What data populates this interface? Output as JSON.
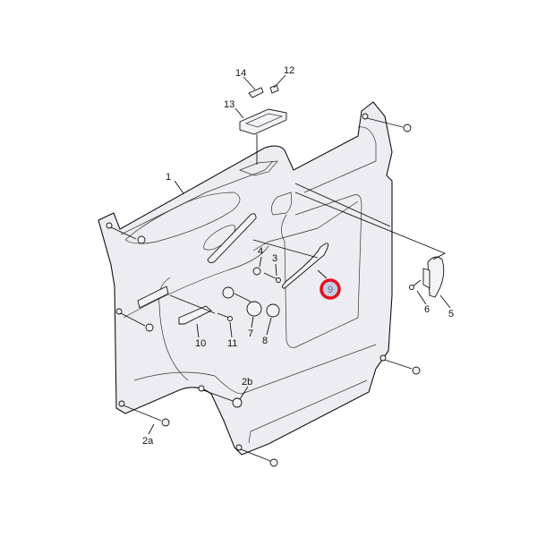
{
  "diagram": {
    "labels": {
      "p1": "1",
      "p2a": "2a",
      "p2b": "2b",
      "p3": "3",
      "p4": "4",
      "p5": "5",
      "p6": "6",
      "p7": "7",
      "p8": "8",
      "p9": "9",
      "p10": "10",
      "p11": "11",
      "p12": "12",
      "p13": "13",
      "p14": "14"
    },
    "highlight": {
      "part": "9",
      "color": "#e0101e",
      "fill": "#c5cde0"
    },
    "panel_color": "#ececf2"
  }
}
